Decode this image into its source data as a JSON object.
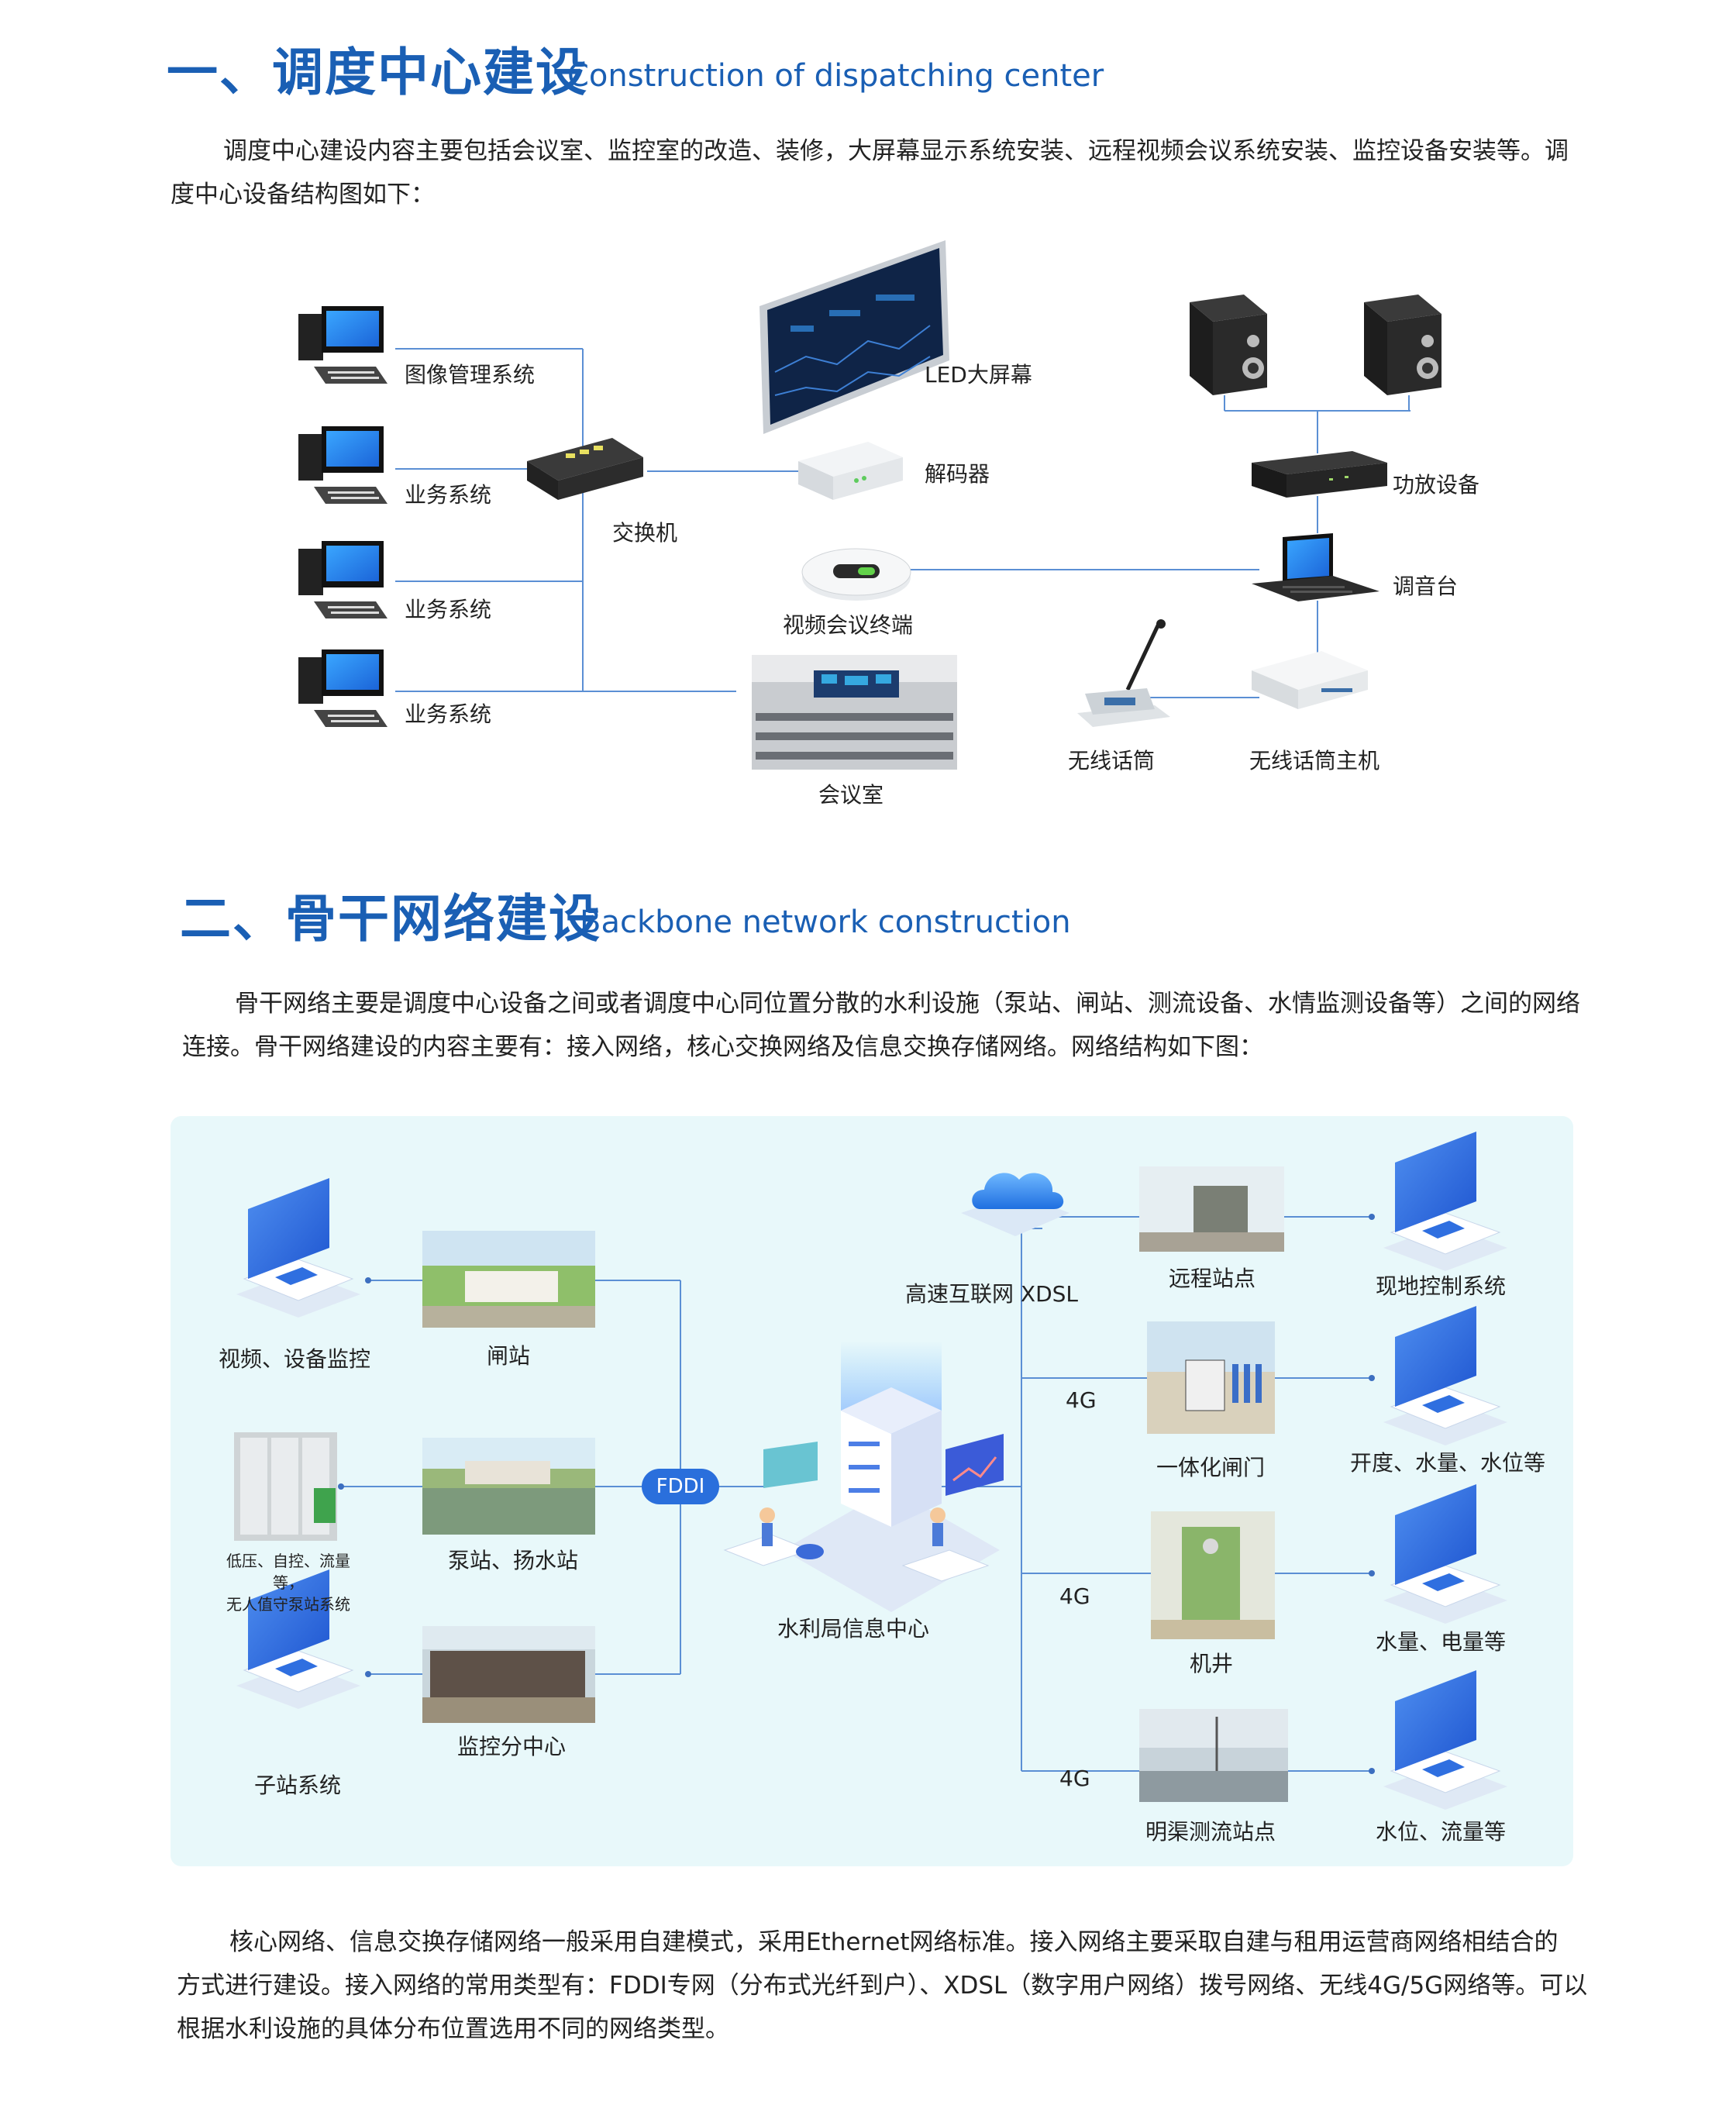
{
  "section1": {
    "title_cn": "一、调度中心建设",
    "title_en": "Construction of dispatching center",
    "para_line1": "调度中心建设内容主要包括会议室、监控室的改造、装修，大屏幕显示系统安装、远程视频会议系统安装、监控设备安装等。调",
    "para_line2": "度中心设备结构图如下："
  },
  "diagram1": {
    "pc1": "图像管理系统",
    "pc2": "业务系统",
    "pc3": "业务系统",
    "pc4": "业务系统",
    "switch": "交换机",
    "led": "LED大屏幕",
    "decoder": "解码器",
    "video_terminal": "视频会议终端",
    "meeting_room": "会议室",
    "amplifier": "功放设备",
    "mixer": "调音台",
    "wireless_mic": "无线话筒",
    "wireless_host": "无线话筒主机"
  },
  "section2": {
    "title_cn": "二、骨干网络建设",
    "title_en": "Backbone network construction",
    "para_line1": "骨干网络主要是调度中心设备之间或者调度中心同位置分散的水利设施（泵站、闸站、测流设备、水情监测设备等）之间的网络",
    "para_line2": "连接。骨干网络建设的内容主要有：接入网络，核心交换网络及信息交换存储网络。网络结构如下图："
  },
  "diagram2": {
    "video_monitor": "视频、设备监控",
    "sluice": "闸站",
    "lowvolt_line1": "低压、自控、流量等，",
    "lowvolt_line2": "无人值守泵站系统",
    "pump": "泵站、扬水站",
    "substation": "子站系统",
    "monitor_center": "监控分中心",
    "fddi": "FDDI",
    "info_center": "水利局信息中心",
    "xdsl": "高速互联网 XDSL",
    "remote_site": "远程站点",
    "local_control": "现地控制系统",
    "g4_1": "4G",
    "gate": "一体化闸门",
    "gate_data": "开度、水量、水位等",
    "g4_2": "4G",
    "well": "机井",
    "well_data": "水量、电量等",
    "g4_3": "4G",
    "channel": "明渠测流站点",
    "channel_data": "水位、流量等"
  },
  "section3": {
    "para_line1": "核心网络、信息交换存储网络一般采用自建模式，采用Ethernet网络标准。接入网络主要采取自建与租用运营商网络相结合的",
    "para_line2": "方式进行建设。接入网络的常用类型有：FDDI专网（分布式光纤到户）、XDSL（数字用户网络）拨号网络、无线4G/5G网络等。可以",
    "para_line3": "根据水利设施的具体分布位置选用不同的网络类型。"
  },
  "colors": {
    "heading": "#1a5fb4",
    "line": "#5b8fd4",
    "panel_bg": "#e8f8fa",
    "monitor_blue": "#2f6fe0"
  }
}
